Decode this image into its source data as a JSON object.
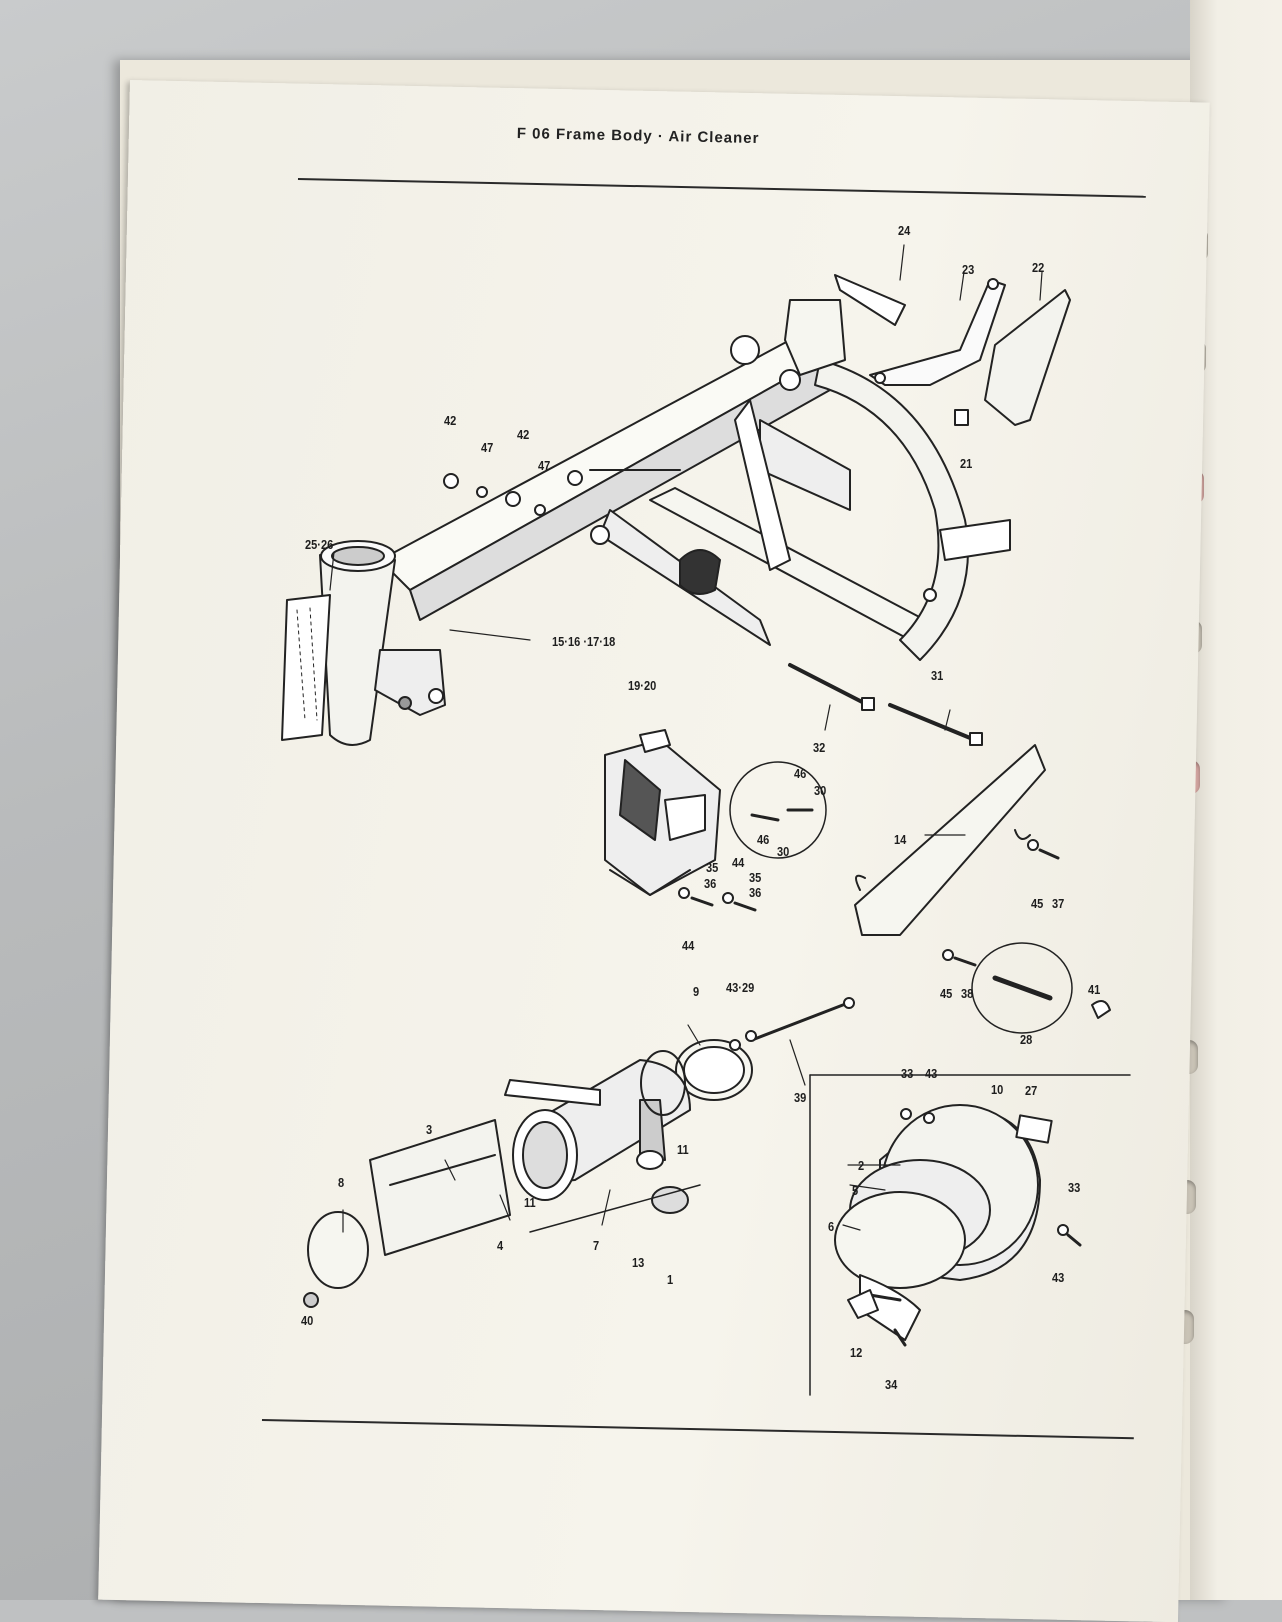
{
  "page": {
    "header": "F 06   Frame Body · Air Cleaner"
  },
  "callouts": {
    "c24": "24",
    "c23": "23",
    "c22": "22",
    "c21": "21",
    "c42a": "42",
    "c47a": "47",
    "c42b": "42",
    "c47b": "47",
    "c2526": "25·26",
    "c15": "15·16 ·17·18",
    "c1920": "19·20",
    "c31": "31",
    "c32": "32",
    "c4630a": "46",
    "c4630b": "30",
    "c4630c": "46",
    "c4630d": "30",
    "c14": "14",
    "c35a": "35",
    "c36a": "36",
    "c44a": "44",
    "c35b": "35",
    "c36b": "36",
    "c44b": "44",
    "c45a": "45",
    "c37": "37",
    "c45b": "45",
    "c38": "38",
    "c28": "28",
    "c41": "41",
    "c9": "9",
    "c4329": "43·29",
    "c39": "39",
    "c3343a": "33",
    "c43a": "43",
    "c10": "10",
    "c27": "27",
    "c3": "3",
    "c8": "8",
    "c11a": "11",
    "c11b": "11",
    "c4": "4",
    "c7": "7",
    "c13": "13",
    "c1": "1",
    "c40": "40",
    "c2": "2",
    "c5": "5",
    "c6": "6",
    "c33b": "33",
    "c43b": "43",
    "c12": "12",
    "c34": "34"
  }
}
